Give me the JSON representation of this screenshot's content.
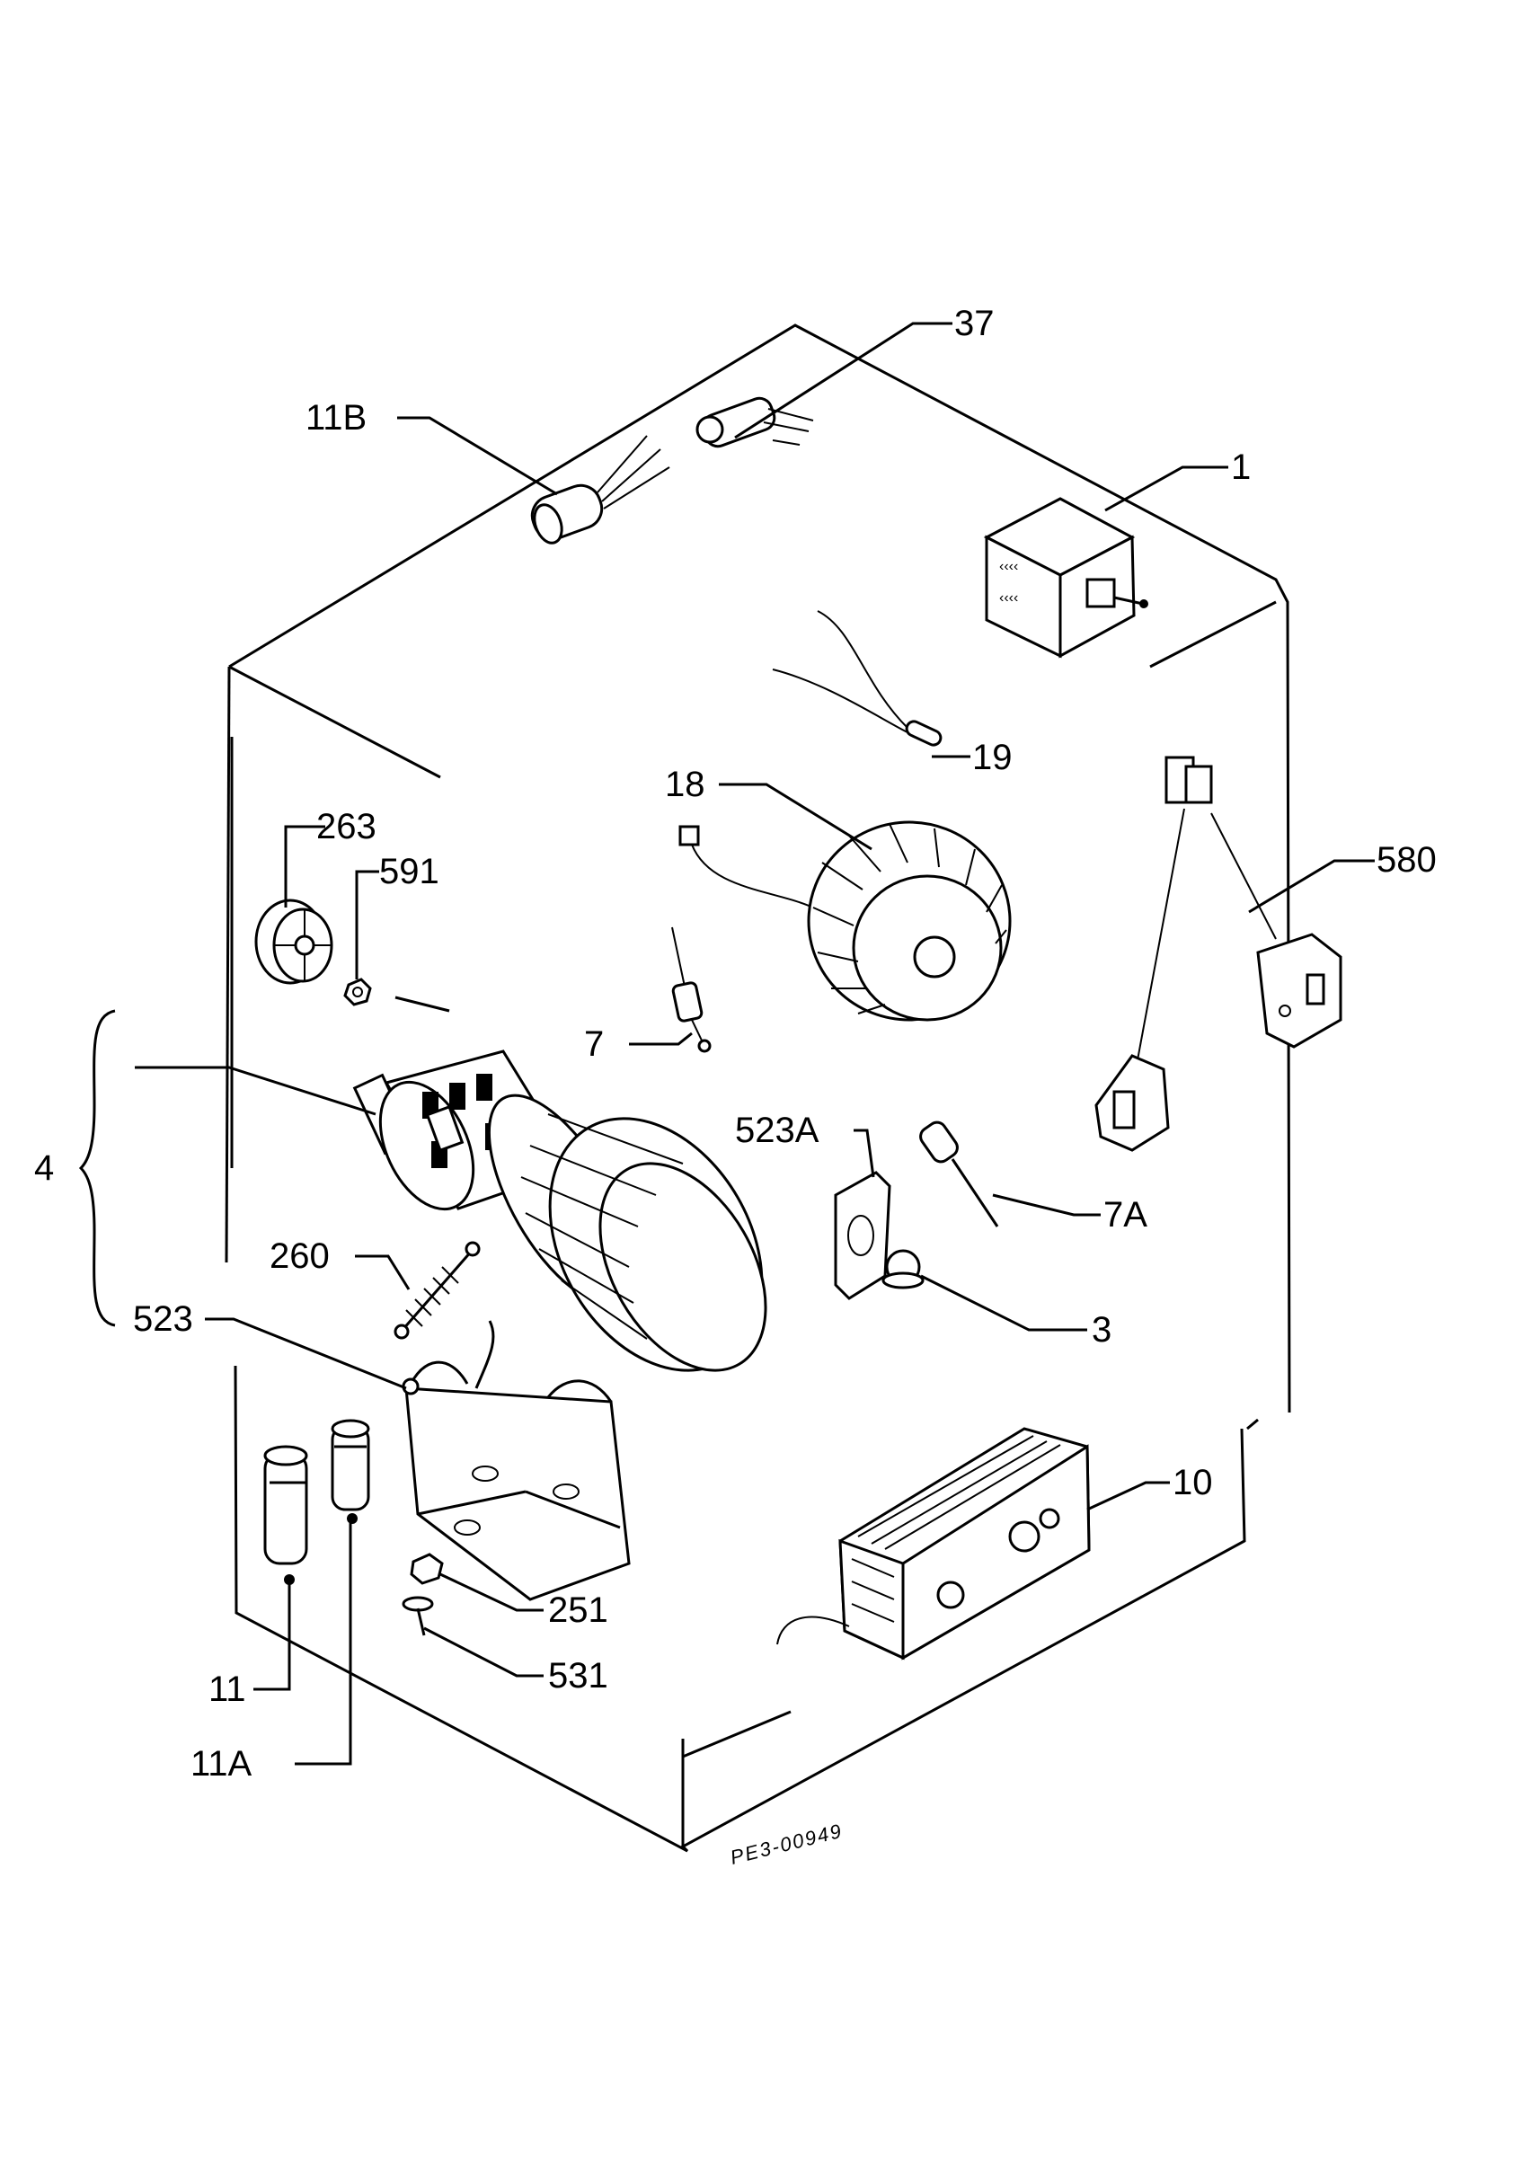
{
  "diagram": {
    "drawing_code": "PE3-00949",
    "callouts": [
      {
        "id": "c37",
        "label": "37"
      },
      {
        "id": "c11b",
        "label": "11B"
      },
      {
        "id": "c1",
        "label": "1"
      },
      {
        "id": "c19",
        "label": "19"
      },
      {
        "id": "c18",
        "label": "18"
      },
      {
        "id": "c263",
        "label": "263"
      },
      {
        "id": "c591",
        "label": "591"
      },
      {
        "id": "c580",
        "label": "580"
      },
      {
        "id": "c7",
        "label": "7"
      },
      {
        "id": "c523a",
        "label": "523A"
      },
      {
        "id": "c4",
        "label": "4"
      },
      {
        "id": "c7a",
        "label": "7A"
      },
      {
        "id": "c260",
        "label": "260"
      },
      {
        "id": "c3",
        "label": "3"
      },
      {
        "id": "c523",
        "label": "523"
      },
      {
        "id": "c10",
        "label": "10"
      },
      {
        "id": "c251",
        "label": "251"
      },
      {
        "id": "c531",
        "label": "531"
      },
      {
        "id": "c11",
        "label": "11"
      },
      {
        "id": "c11a",
        "label": "11A"
      }
    ]
  }
}
